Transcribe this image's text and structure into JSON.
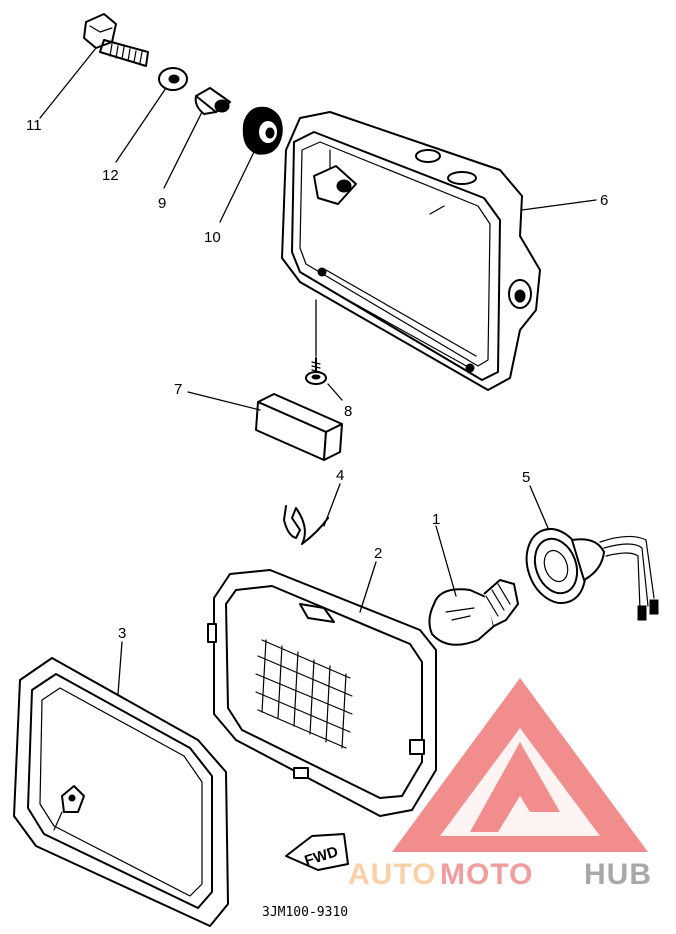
{
  "diagram": {
    "callouts": [
      {
        "id": "c11",
        "label": "11"
      },
      {
        "id": "c12",
        "label": "12"
      },
      {
        "id": "c9",
        "label": "9"
      },
      {
        "id": "c10",
        "label": "10"
      },
      {
        "id": "c6",
        "label": "6"
      },
      {
        "id": "c7",
        "label": "7"
      },
      {
        "id": "c8",
        "label": "8"
      },
      {
        "id": "c4",
        "label": "4"
      },
      {
        "id": "c5",
        "label": "5"
      },
      {
        "id": "c2",
        "label": "2"
      },
      {
        "id": "c1",
        "label": "1"
      },
      {
        "id": "c3",
        "label": "3"
      }
    ],
    "fwd_arrow_text": "FWD",
    "drawing_code": "3JM100-9310"
  },
  "watermark": {
    "text_part1": "AUTO",
    "text_part2": "MOTO",
    "text_part3": "HUB",
    "colors": {
      "logo_red": "#f07a7a",
      "auto_orange": "#f8c89a",
      "moto_red": "#ef8d8d",
      "hub_gray": "#9a9a9a"
    }
  }
}
